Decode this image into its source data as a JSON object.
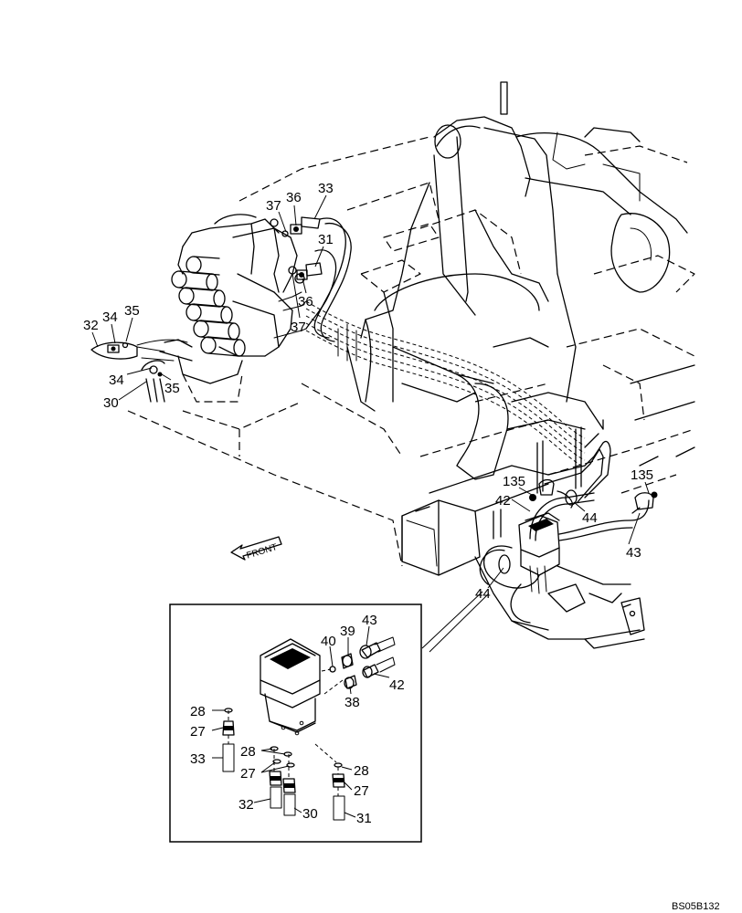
{
  "diagram": {
    "reference_code": "BS05B132",
    "front_label": "FRONT",
    "callouts": [
      {
        "id": "c-37-top",
        "text": "37"
      },
      {
        "id": "c-36-top",
        "text": "36"
      },
      {
        "id": "c-33-top",
        "text": "33"
      },
      {
        "id": "c-31-top",
        "text": "31"
      },
      {
        "id": "c-36-mid",
        "text": "36"
      },
      {
        "id": "c-37-mid",
        "text": "37"
      },
      {
        "id": "c-32-left",
        "text": "32"
      },
      {
        "id": "c-34-left",
        "text": "34"
      },
      {
        "id": "c-35-left",
        "text": "35"
      },
      {
        "id": "c-34-low",
        "text": "34"
      },
      {
        "id": "c-35-low",
        "text": "35"
      },
      {
        "id": "c-30-left",
        "text": "30"
      },
      {
        "id": "c-135-a",
        "text": "135"
      },
      {
        "id": "c-135-b",
        "text": "135"
      },
      {
        "id": "c-42-main",
        "text": "42"
      },
      {
        "id": "c-44-a",
        "text": "44"
      },
      {
        "id": "c-43-main",
        "text": "43"
      },
      {
        "id": "c-44-b",
        "text": "44"
      },
      {
        "id": "c-43-inset",
        "text": "43"
      },
      {
        "id": "c-39-inset",
        "text": "39"
      },
      {
        "id": "c-40-inset",
        "text": "40"
      },
      {
        "id": "c-42-inset",
        "text": "42"
      },
      {
        "id": "c-38-inset",
        "text": "38"
      },
      {
        "id": "c-28-a",
        "text": "28"
      },
      {
        "id": "c-27-a",
        "text": "27"
      },
      {
        "id": "c-33-inset",
        "text": "33"
      },
      {
        "id": "c-28-b",
        "text": "28"
      },
      {
        "id": "c-27-b",
        "text": "27"
      },
      {
        "id": "c-28-c",
        "text": "28"
      },
      {
        "id": "c-27-c",
        "text": "27"
      },
      {
        "id": "c-32-inset",
        "text": "32"
      },
      {
        "id": "c-30-inset",
        "text": "30"
      },
      {
        "id": "c-31-inset",
        "text": "31"
      }
    ]
  }
}
